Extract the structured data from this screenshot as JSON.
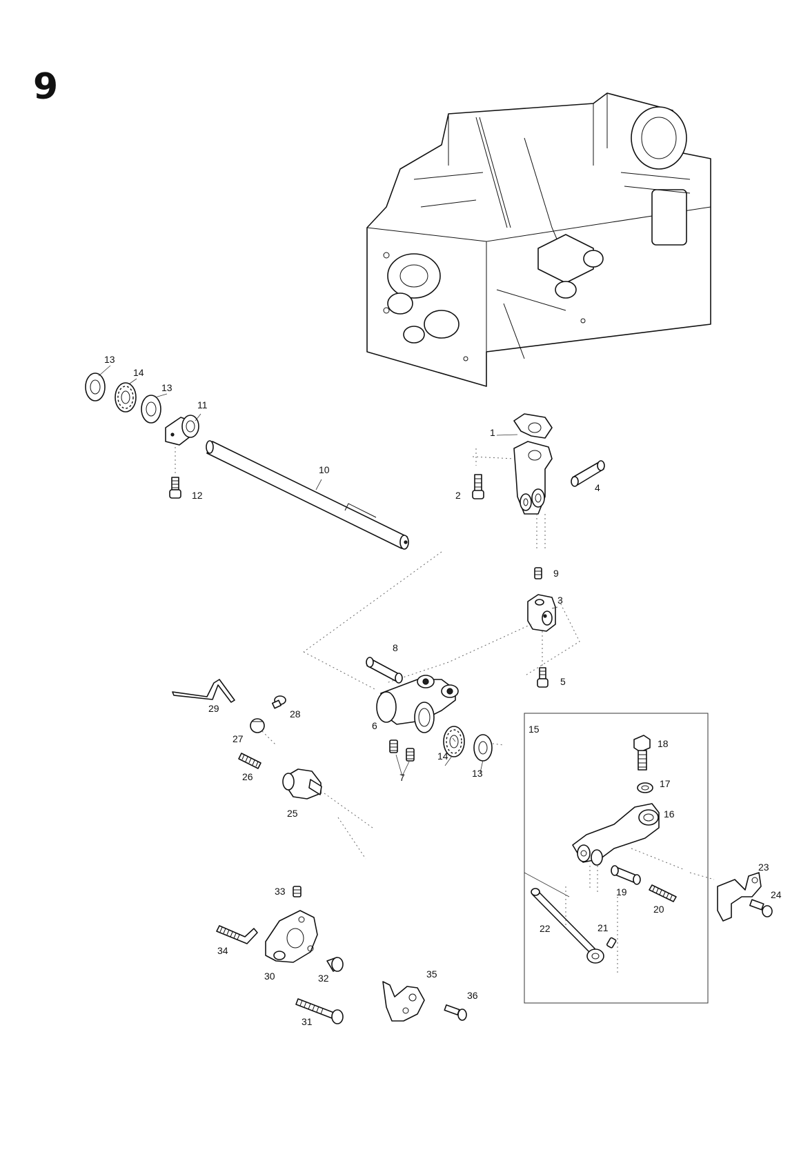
{
  "page": {
    "number": "9"
  },
  "parts": [
    {
      "id": "p1",
      "text": "1"
    },
    {
      "id": "p2",
      "text": "2"
    },
    {
      "id": "p3",
      "text": "3"
    },
    {
      "id": "p4",
      "text": "4"
    },
    {
      "id": "p5",
      "text": "5"
    },
    {
      "id": "p6",
      "text": "6"
    },
    {
      "id": "p7",
      "text": "7"
    },
    {
      "id": "p8",
      "text": "8"
    },
    {
      "id": "p9",
      "text": "9"
    },
    {
      "id": "p10",
      "text": "10"
    },
    {
      "id": "p11",
      "text": "11"
    },
    {
      "id": "p12",
      "text": "12"
    },
    {
      "id": "p13a",
      "text": "13"
    },
    {
      "id": "p13b",
      "text": "13"
    },
    {
      "id": "p13c",
      "text": "13"
    },
    {
      "id": "p14a",
      "text": "14"
    },
    {
      "id": "p14b",
      "text": "14"
    },
    {
      "id": "p15",
      "text": "15"
    },
    {
      "id": "p16",
      "text": "16"
    },
    {
      "id": "p17",
      "text": "17"
    },
    {
      "id": "p18",
      "text": "18"
    },
    {
      "id": "p19",
      "text": "19"
    },
    {
      "id": "p20",
      "text": "20"
    },
    {
      "id": "p21",
      "text": "21"
    },
    {
      "id": "p22",
      "text": "22"
    },
    {
      "id": "p23",
      "text": "23"
    },
    {
      "id": "p24",
      "text": "24"
    },
    {
      "id": "p25",
      "text": "25"
    },
    {
      "id": "p26",
      "text": "26"
    },
    {
      "id": "p27",
      "text": "27"
    },
    {
      "id": "p28",
      "text": "28"
    },
    {
      "id": "p29",
      "text": "29"
    },
    {
      "id": "p30",
      "text": "30"
    },
    {
      "id": "p31",
      "text": "31"
    },
    {
      "id": "p32",
      "text": "32"
    },
    {
      "id": "p33",
      "text": "33"
    },
    {
      "id": "p34",
      "text": "34"
    },
    {
      "id": "p35",
      "text": "35"
    },
    {
      "id": "p36",
      "text": "36"
    }
  ]
}
